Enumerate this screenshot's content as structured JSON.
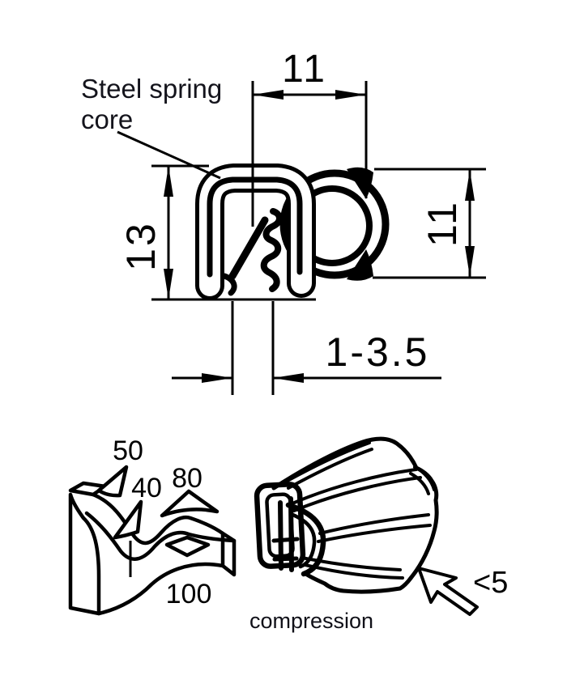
{
  "colors": {
    "ink": "#000000",
    "background": "#ffffff"
  },
  "cross_section": {
    "callout": {
      "line1": "Steel spring",
      "line2": "core"
    },
    "dimensions": {
      "top_width": "11",
      "left_height": "13",
      "right_height": "11",
      "grip_range": "1-3.5"
    }
  },
  "bend_radius_sketch": {
    "labels": [
      "50",
      "40",
      "80",
      "100"
    ]
  },
  "compression_sketch": {
    "value": "<5",
    "caption": "compression"
  }
}
